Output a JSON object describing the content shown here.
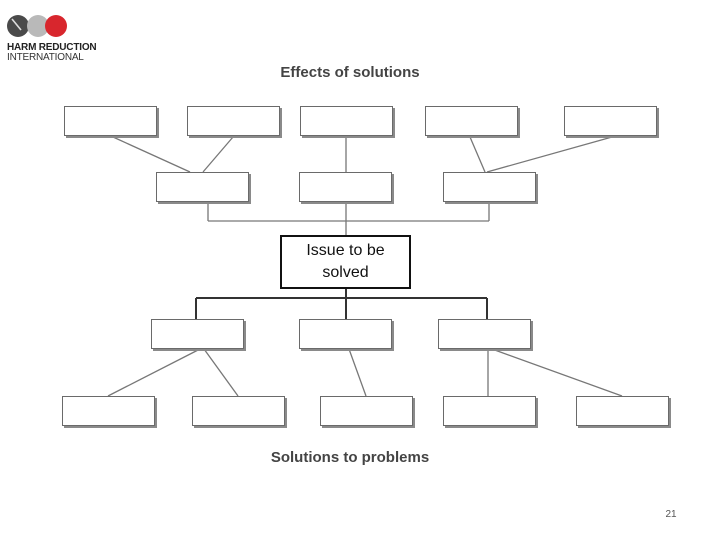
{
  "logo": {
    "line1": "HARM REDUCTION",
    "line2": "INTERNATIONAL",
    "colors": [
      "#4a4a4a",
      "#b9b9b9",
      "#d8262d"
    ]
  },
  "diagram": {
    "top_title": "Effects of solutions",
    "center_label": "Issue to be solved",
    "bottom_title": "Solutions to problems",
    "node_count_effects_top_row": 5,
    "node_count_effects_middle_row": 3,
    "node_count_solutions_middle_row": 3,
    "node_count_solutions_bottom_row": 5
  },
  "footer": {
    "page_number": "21"
  }
}
